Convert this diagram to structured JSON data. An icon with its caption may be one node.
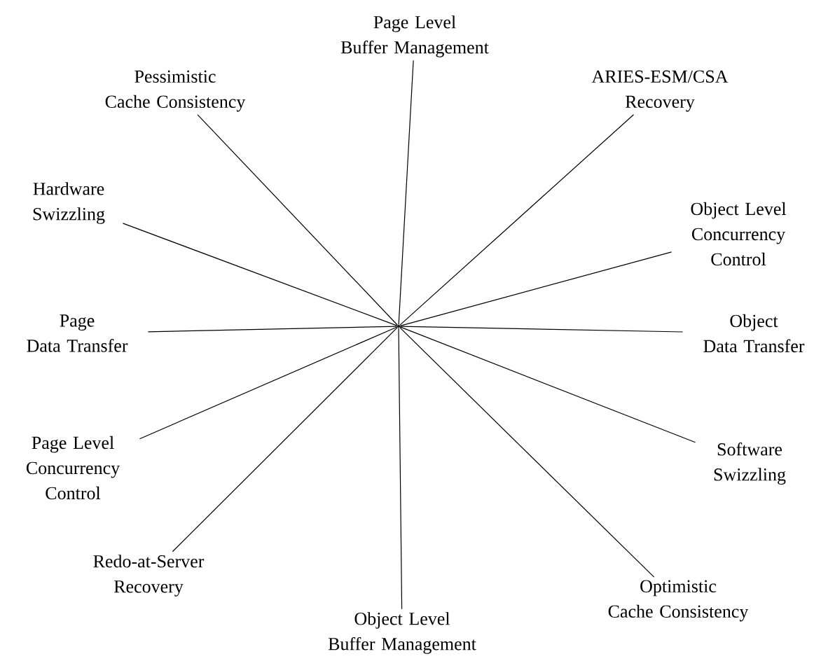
{
  "diagram": {
    "nodes": [
      {
        "text": [],
        "shape": "point"
      },
      {
        "text": [
          "Page Level Buffer Management"
        ]
      },
      {
        "text": [
          "Pessimistic Cache Consistency"
        ]
      },
      {
        "text": [
          "ARIES-ESM/CSA Recovery"
        ]
      },
      {
        "text": [
          "Hardware Swizzling"
        ]
      },
      {
        "text": [
          "Object Level Concurrency Control"
        ]
      },
      {
        "text": [
          "Page Data Transfer"
        ]
      },
      {
        "text": [
          "Object Data Transfer"
        ]
      },
      {
        "text": [
          "Page Level Concurrency Control"
        ]
      },
      {
        "text": [
          "Software Swizzling"
        ]
      },
      {
        "text": [
          "Redo-at-Server Recovery"
        ]
      },
      {
        "text": [
          "Object Level Buffer Management"
        ]
      },
      {
        "text": [
          "Optimistic Cache Consistency"
        ]
      }
    ],
    "edges": [
      {
        "from": 0,
        "to": 1,
        "arrow": "none"
      },
      {
        "from": 0,
        "to": 2,
        "arrow": "none"
      },
      {
        "from": 0,
        "to": 3,
        "arrow": "none"
      },
      {
        "from": 0,
        "to": 4,
        "arrow": "none"
      },
      {
        "from": 0,
        "to": 5,
        "arrow": "none"
      },
      {
        "from": 0,
        "to": 6,
        "arrow": "none"
      },
      {
        "from": 0,
        "to": 7,
        "arrow": "none"
      },
      {
        "from": 0,
        "to": 8,
        "arrow": "none"
      },
      {
        "from": 0,
        "to": 9,
        "arrow": "none"
      },
      {
        "from": 0,
        "to": 10,
        "arrow": "none"
      },
      {
        "from": 0,
        "to": 11,
        "arrow": "none"
      },
      {
        "from": 0,
        "to": 12,
        "arrow": "none"
      }
    ]
  }
}
